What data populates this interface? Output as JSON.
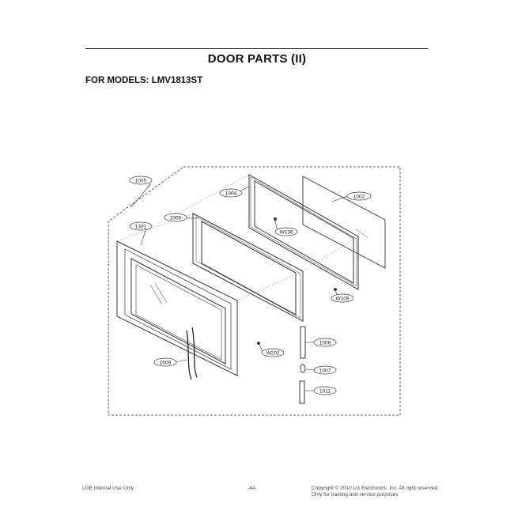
{
  "header": {
    "title": "DOOR PARTS (II)",
    "models_label": "FOR MODELS: LMV1813ST"
  },
  "diagram": {
    "part_labels": [
      "1005",
      "1004",
      "1002",
      "1000",
      "W136",
      "1301",
      "W109",
      "1006",
      "W202",
      "1009",
      "1007",
      "1011"
    ]
  },
  "footer": {
    "left": "LGE Internal Use Only",
    "center": "-44-",
    "right_line1": "Copyright © 2010 LG Electronics. Inc. All right reserved.",
    "right_line2": "Only for training and service purposes"
  }
}
